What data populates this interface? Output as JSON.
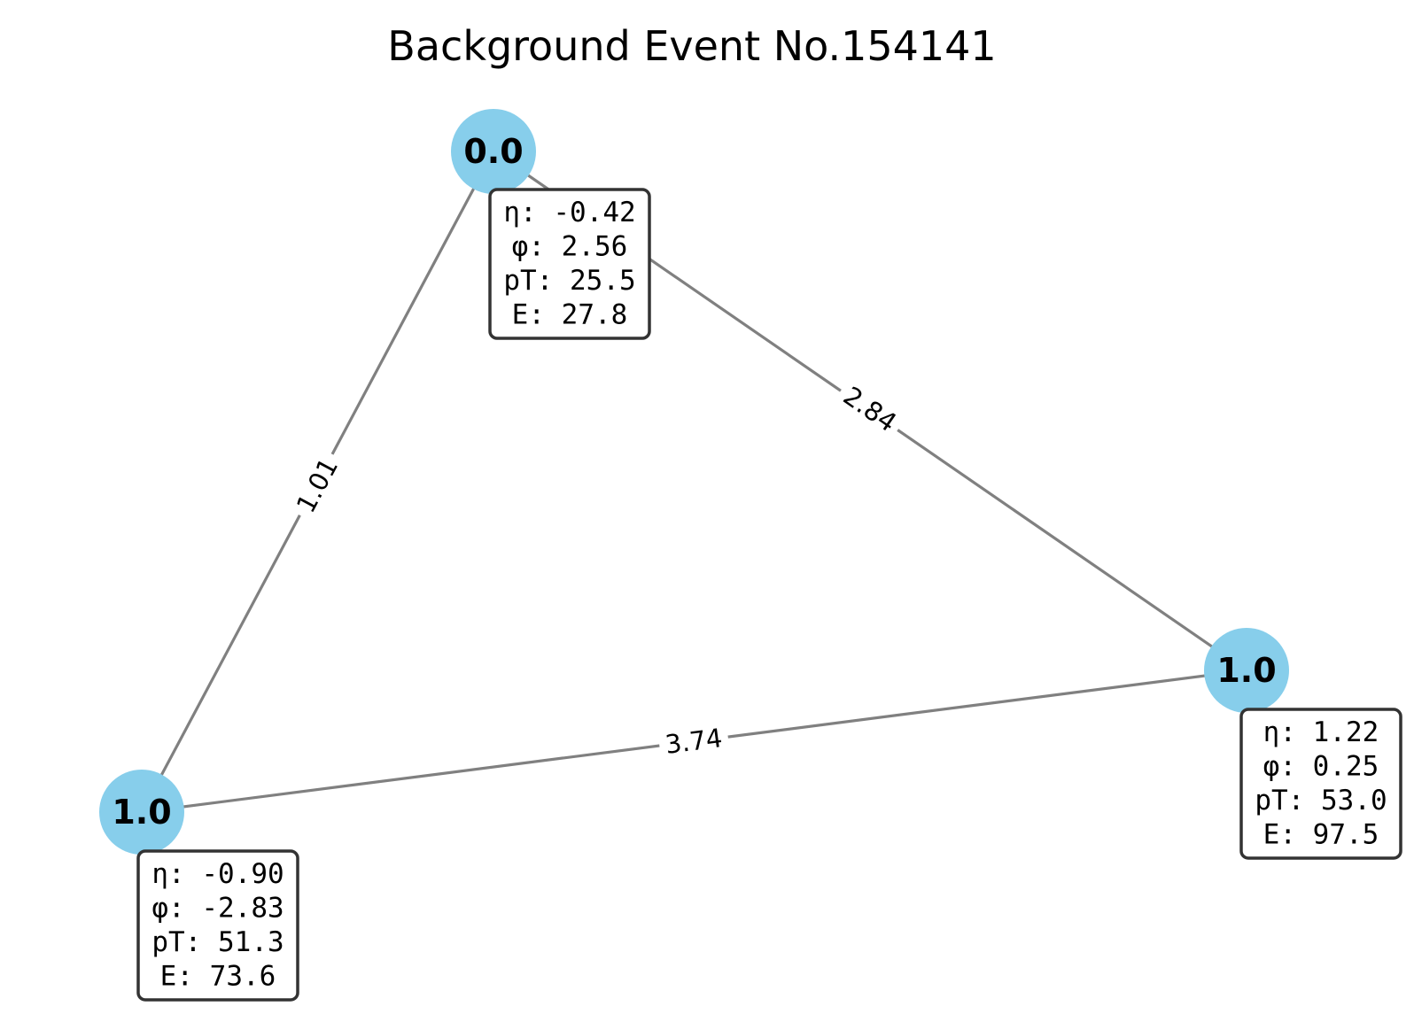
{
  "title": "Background Event No.154141",
  "colors": {
    "node_fill": "#87ceeb",
    "edge_stroke": "#808080",
    "box_stroke": "#333333",
    "box_fill": "#ffffff"
  },
  "nodes": [
    {
      "id": "n0",
      "label": "0.0",
      "info": [
        "η: -0.42",
        "φ: 2.56",
        "pT: 25.5",
        "E: 27.8"
      ]
    },
    {
      "id": "n1",
      "label": "1.0",
      "info": [
        "η: 1.22",
        "φ: 0.25",
        "pT: 53.0",
        "E: 97.5"
      ]
    },
    {
      "id": "n2",
      "label": "1.0",
      "info": [
        "η: -0.90",
        "φ: -2.83",
        "pT: 51.3",
        "E: 73.6"
      ]
    }
  ],
  "edges": [
    {
      "source": "n0",
      "target": "n2",
      "label": "1.01"
    },
    {
      "source": "n0",
      "target": "n1",
      "label": "2.84"
    },
    {
      "source": "n2",
      "target": "n1",
      "label": "3.74"
    }
  ]
}
